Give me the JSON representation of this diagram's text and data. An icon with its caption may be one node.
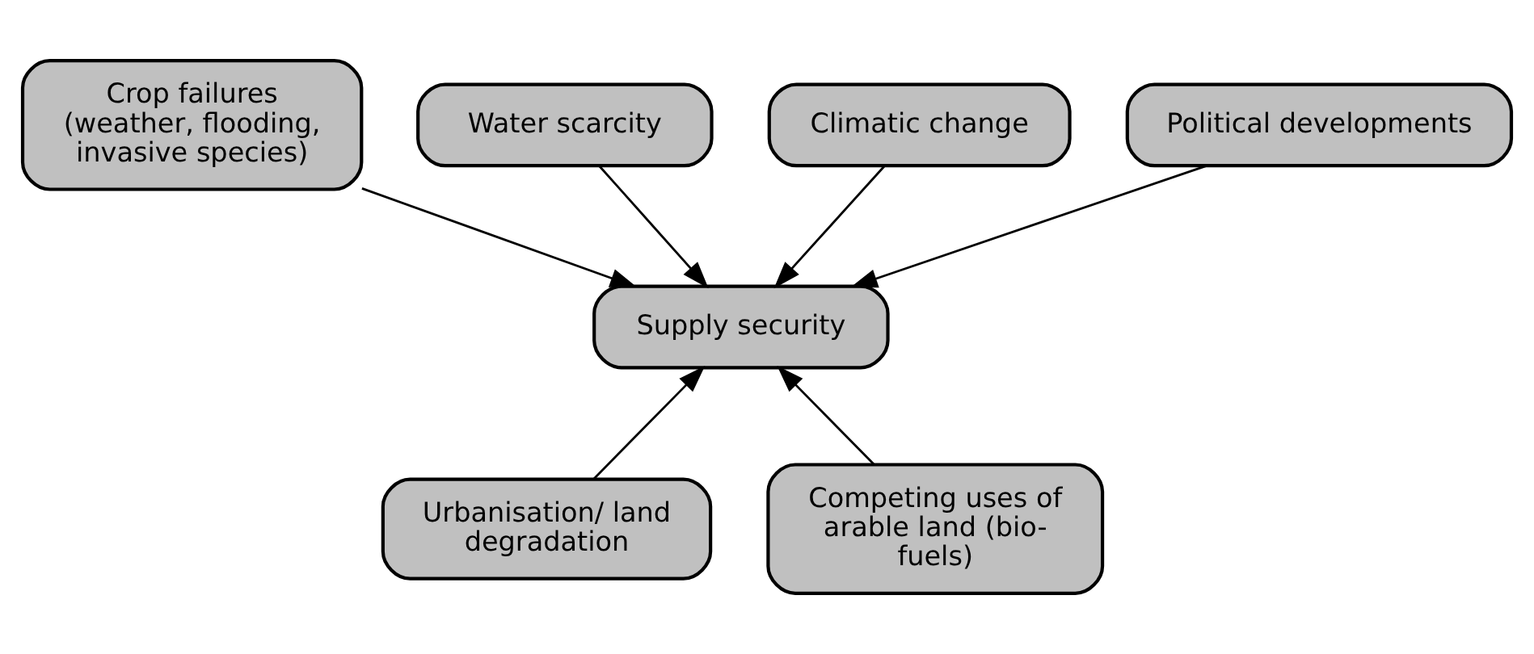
{
  "diagram": {
    "nodes": [
      {
        "text": [
          "Crop failures (weather, flooding, invasive species)"
        ]
      },
      {
        "text": [
          "Water scarcity"
        ]
      },
      {
        "text": [
          "Climatic change"
        ]
      },
      {
        "text": [
          "Political developments"
        ]
      },
      {
        "text": [
          "Supply security"
        ]
      },
      {
        "text": [
          "Urbanisation/ land degradation"
        ]
      },
      {
        "text": [
          "Competing uses of arable land (bio-fuels)"
        ]
      }
    ],
    "edges": [
      {
        "from": 0,
        "to": 4,
        "arrow": "to"
      },
      {
        "from": 1,
        "to": 4,
        "arrow": "to"
      },
      {
        "from": 2,
        "to": 4,
        "arrow": "to"
      },
      {
        "from": 3,
        "to": 4,
        "arrow": "to"
      },
      {
        "from": 5,
        "to": 4,
        "arrow": "to"
      },
      {
        "from": 6,
        "to": 4,
        "arrow": "to"
      }
    ]
  }
}
